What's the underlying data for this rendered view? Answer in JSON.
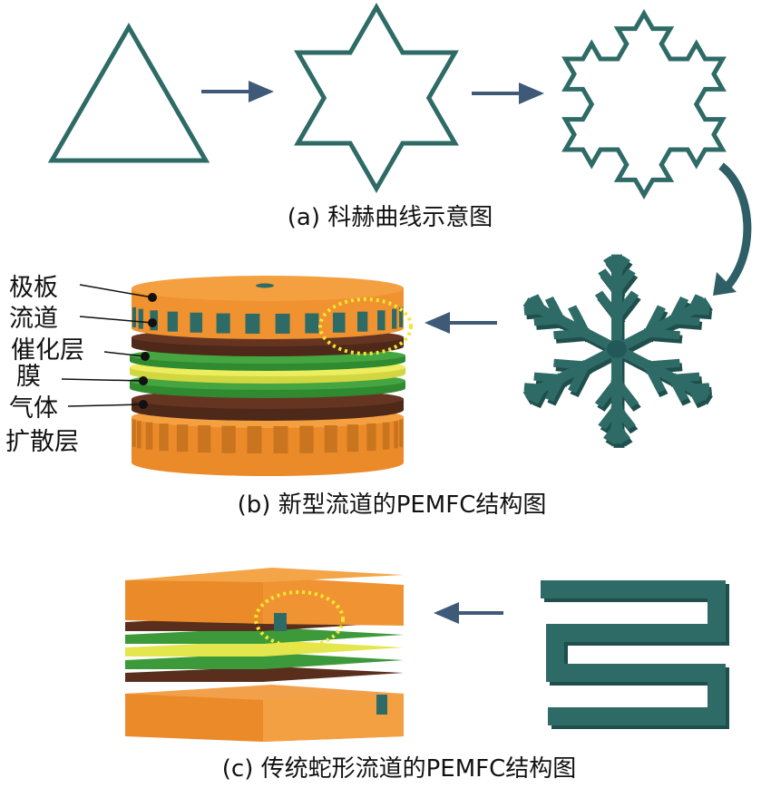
{
  "captions": {
    "a": "(a) 科赫曲线示意图",
    "b": "(b) 新型流道的PEMFC结构图",
    "c": "(c) 传统蛇形流道的PEMFC结构图"
  },
  "labels": {
    "plate": "极板",
    "channel": "流道",
    "catalyst": "催化层",
    "membrane": "膜",
    "gdl_1": "气体",
    "gdl_2": "扩散层"
  },
  "colors": {
    "teal": "#2f6b66",
    "orange": "#f0922e",
    "brown": "#5a2e1c",
    "green": "#3d9a3a",
    "yellow": "#e6e84a",
    "arrow": "#3f5a78",
    "highlight": "#f2e632"
  }
}
